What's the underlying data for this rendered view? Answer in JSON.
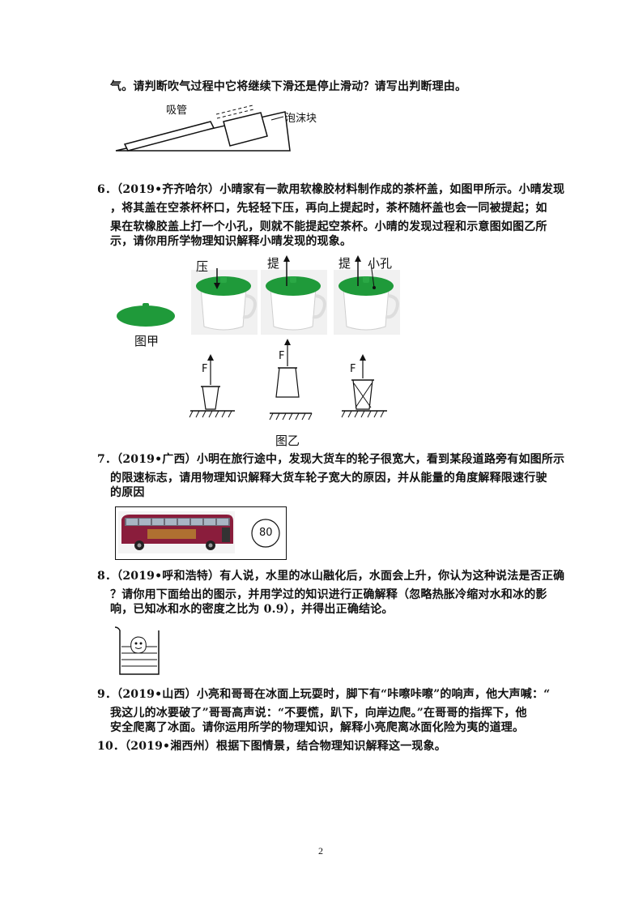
{
  "q5": {
    "line1": "气。请判断吹气过程中它将继续下滑还是停止滑动？请写出判断理由。",
    "label_straw": "吸管",
    "label_foam": "泡沫块"
  },
  "q6": {
    "line1": "6．（2019•齐齐哈尔）小晴家有一款用软橡胶材料制作成的茶杯盖，如图甲所示。小晴发现",
    "line2": "，将其盖在空茶杯杯口，先轻轻下压，再向上提起时，茶杯随杯盖也会一同被提起；如",
    "line3": "果在软橡胶盖上打一个小孔，则就不能提起空茶杯。小晴的发现过程和示意图如图乙所",
    "line4": "示，请你用所学物理知识解释小晴发现的现象。",
    "label_press": "压",
    "label_lift1": "提",
    "label_lift2": "提",
    "label_hole": "小孔",
    "label_fig_a": "图甲",
    "label_fig_b": "图乙",
    "label_f1": "F",
    "label_f2": "F",
    "label_f3": "F"
  },
  "q7": {
    "line1": "7．（2019•广西）小明在旅行途中，发现大货车的轮子很宽大，看到某段道路旁有如图所示",
    "line2": "的限速标志，请用物理知识解释大货车轮子宽大的原因，并从能量的角度解释限速行驶",
    "line3": "的原因",
    "speed_sign": "80"
  },
  "q8": {
    "line1": "8．（2019•呼和浩特）有人说，水里的冰山融化后，水面会上升，你认为这种说法是否正确",
    "line2": "？请你用下面给出的图示，并用学过的知识进行正确解释（忽略热胀冷缩对水和冰的影",
    "line3": "响，已知冰和水的密度之比为 0.9），并得出正确结论。"
  },
  "q9": {
    "line1": "9．（2019•山西）小亮和哥哥在冰面上玩耍时，脚下有“咔嚓咔嚓”的响声，他大声喊：“",
    "line2": "我这儿的冰要破了”哥哥高声说：“不要慌，趴下，向岸边爬。”在哥哥的指挥下，他",
    "line3": "安全爬离了冰面。请你运用所学的物理知识，解释小亮爬离冰面化险为夷的道理。"
  },
  "q10": {
    "line1": "10．（2019•湘西州）根据下图情景，结合物理知识解释这一现象。"
  },
  "page_number": "2",
  "colors": {
    "lid_green": "#1f9a3a",
    "bus_maroon": "#8a1d3c"
  }
}
